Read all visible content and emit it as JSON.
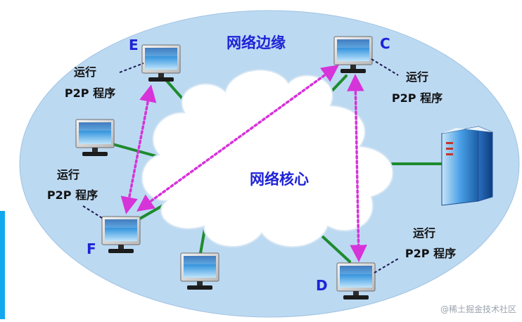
{
  "labels": {
    "edge": "网络边缘",
    "core": "网络核心"
  },
  "hosts": {
    "E": "E",
    "C": "C",
    "F": "F",
    "D": "D"
  },
  "notes": {
    "e_line1": "运行",
    "e_line2": "P2P 程序",
    "c_line1": "运行",
    "c_line2": "P2P 程序",
    "f_line1": "运行",
    "f_line2": "P2P 程序",
    "d_line1": "运行",
    "d_line2": "P2P 程序"
  },
  "watermark": "@稀土掘金技术社区",
  "colors": {
    "edge_fill": "#bcd9f2",
    "cloud_fill": "#ffffff",
    "link": "#1e8b2e",
    "p2p_arrow": "#d633d9",
    "label_blue": "#1f23d6",
    "accent": "#12a7ef"
  }
}
